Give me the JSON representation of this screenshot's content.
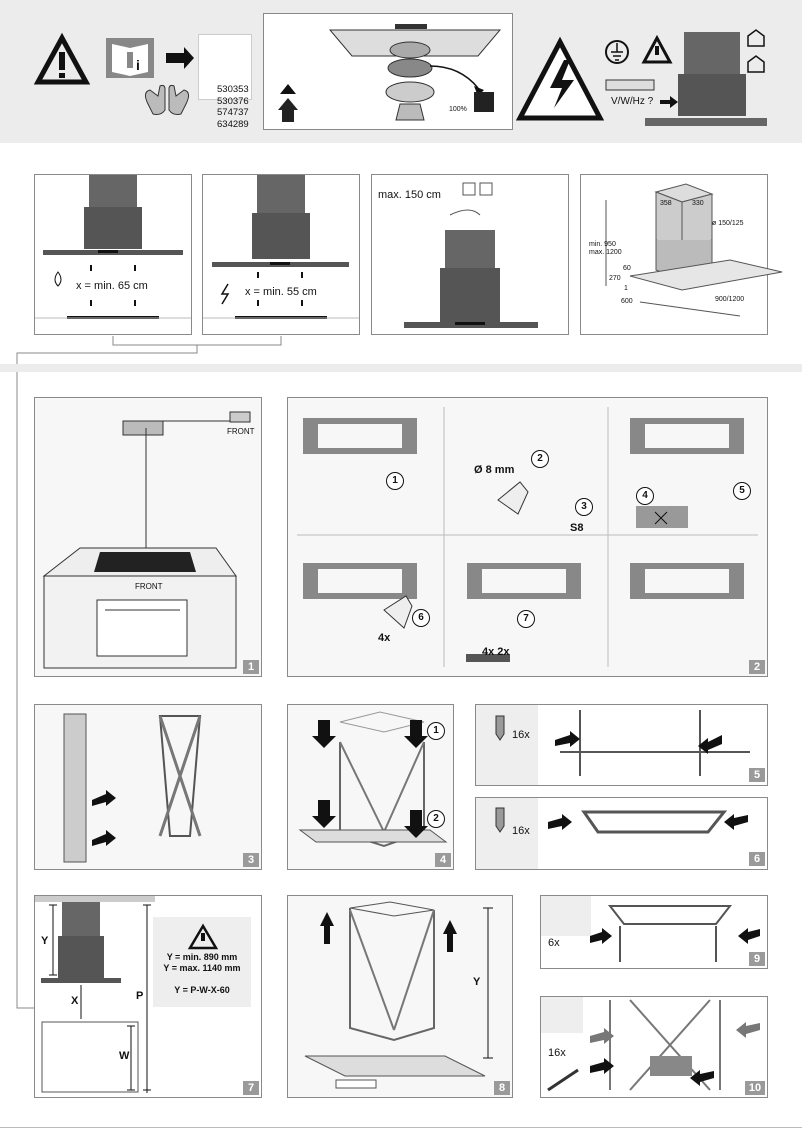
{
  "header": {
    "part_numbers": [
      "530353",
      "530376",
      "574737",
      "634289"
    ],
    "voltage_label": "V/W/Hz ?",
    "recycle_label": "100%"
  },
  "distances": {
    "gas_label": "x = min. 65 cm",
    "electric_label": "x = min. 55 cm",
    "max_height_label": "max. 150 cm",
    "dims": {
      "d358": "358",
      "d330": "330",
      "dia": "ø 150/125",
      "min_h": "min. 950",
      "max_h": "max. 1200",
      "d60": "60",
      "d270": "270",
      "d1": "1",
      "d600": "600",
      "d900": "900/1200"
    }
  },
  "step1": {
    "front_top": "FRONT",
    "front_bottom": "FRONT",
    "number": "1"
  },
  "step2": {
    "drill_label": "Ø 8 mm",
    "screw_label": "S8",
    "qty_4x": "4x",
    "qty_4x2x": "4x 2x",
    "subs": [
      "1",
      "2",
      "3",
      "4",
      "5",
      "6",
      "7"
    ],
    "number": "2"
  },
  "step3": {
    "number": "3"
  },
  "step4": {
    "number": "4",
    "subs": [
      "1",
      "2"
    ]
  },
  "step5": {
    "number": "5",
    "qty": "16x"
  },
  "step6": {
    "number": "6",
    "qty": "16x"
  },
  "step7": {
    "number": "7",
    "y_min": "Y = min. 890 mm",
    "y_max": "Y = max. 1140 mm",
    "formula": "Y = P-W-X-60",
    "labels": {
      "y": "Y",
      "x": "X",
      "p": "P",
      "w": "W"
    }
  },
  "step8": {
    "number": "8",
    "y": "Y"
  },
  "step9": {
    "number": "9",
    "qty": "6x"
  },
  "step10": {
    "number": "10",
    "qty": "16x"
  }
}
